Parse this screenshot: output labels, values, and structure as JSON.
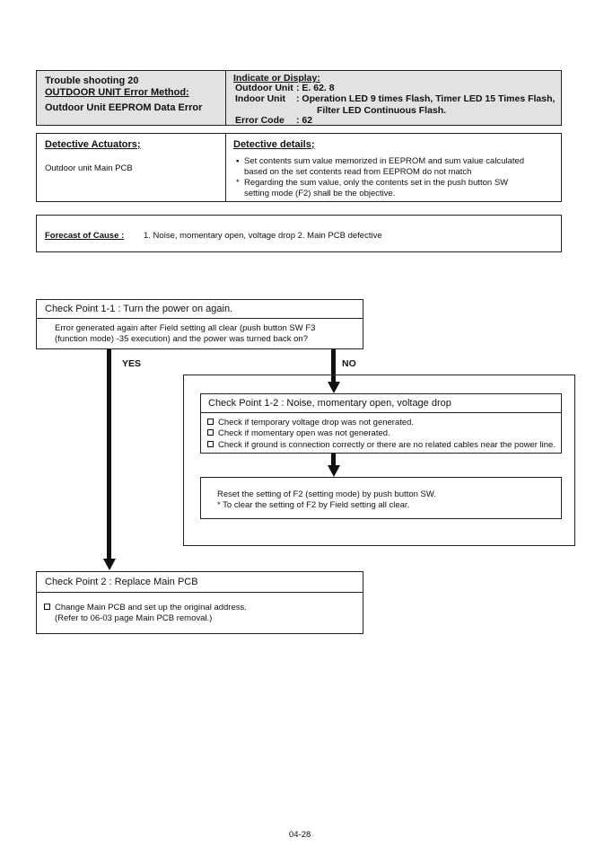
{
  "header": {
    "title_line": "Trouble shooting  20",
    "method": "OUTDOOR UNIT Error Method:",
    "error_name": "Outdoor Unit EEPROM Data Error",
    "indicate_label": "Indicate or Display:",
    "outdoor_label": "Outdoor Unit",
    "outdoor_value": ":  E. 62. 8",
    "indoor_label": "Indoor Unit",
    "indoor_value": ":  Operation LED 9 times Flash, Timer LED 15 Times Flash,",
    "indoor_value2": "Filter LED Continuous Flash.",
    "code_label": "Error Code",
    "code_value": ":  62"
  },
  "detective": {
    "actuators_label": "Detective Actuators;",
    "actuators_value": "Outdoor unit Main PCB",
    "details_label": "Detective details;",
    "detail1_bullet": "▪",
    "detail1_a": "Set contents sum value memorized in EEPROM and sum value calculated",
    "detail1_b": "based on the set contents read from EEPROM do not match",
    "detail2_bullet": "*",
    "detail2_a": "Regarding the sum value, only the contents set in the push button SW",
    "detail2_b": "setting mode (F2) shall be the objective."
  },
  "forecast": {
    "label": "Forecast of Cause :",
    "value": "1. Noise, momentary open, voltage drop  2. Main PCB defective"
  },
  "flow": {
    "cp11_title": "Check Point 1-1 : Turn the power on again.",
    "cp11_line1": "Error generated again after Field setting all clear (push button SW F3",
    "cp11_line2": "(function mode) -35 execution) and the power was turned back on?",
    "yes": "YES",
    "no": "NO",
    "cp12_title": "Check Point 1-2 :  Noise, momentary open, voltage drop",
    "cp12_items": [
      "Check if temporary voltage drop was not generated.",
      "Check if momentary open was not generated.",
      "Check if ground is connection correctly or there are no related cables near the power line."
    ],
    "reset_line1": "Reset the setting of F2 (setting mode) by push button SW.",
    "reset_line2": "* To clear the setting of F2 by Field setting all clear.",
    "cp2_title": "Check Point 2 : Replace Main PCB",
    "cp2_line1": "Change Main PCB and set up the original address.",
    "cp2_line2": "(Refer to 06-03 page Main PCB removal.)"
  },
  "footer": {
    "page": "04-28"
  }
}
